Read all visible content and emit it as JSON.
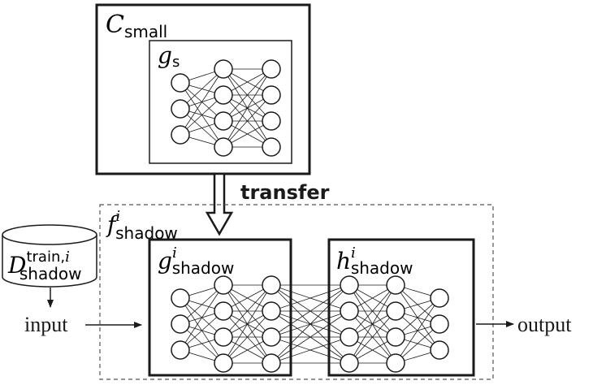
{
  "c_small": {
    "main": "C",
    "sub": "small"
  },
  "g_s": {
    "main": "g",
    "sub": "s"
  },
  "transfer_label": "transfer",
  "f_shadow": {
    "main": "f",
    "sup": "i",
    "sub": "shadow"
  },
  "d_shadow": {
    "main": "D",
    "sup": "train,",
    "sup_italic": "i",
    "sub": "shadow"
  },
  "g_shadow": {
    "main": "g",
    "sup": "i",
    "sub": "shadow"
  },
  "h_shadow": {
    "main": "h",
    "sup": "i",
    "sub": "shadow"
  },
  "input_label": "input",
  "output_label": "output",
  "colors": {
    "stroke": "#1a1a1a",
    "dashed": "#555555",
    "background": "#ffffff"
  }
}
